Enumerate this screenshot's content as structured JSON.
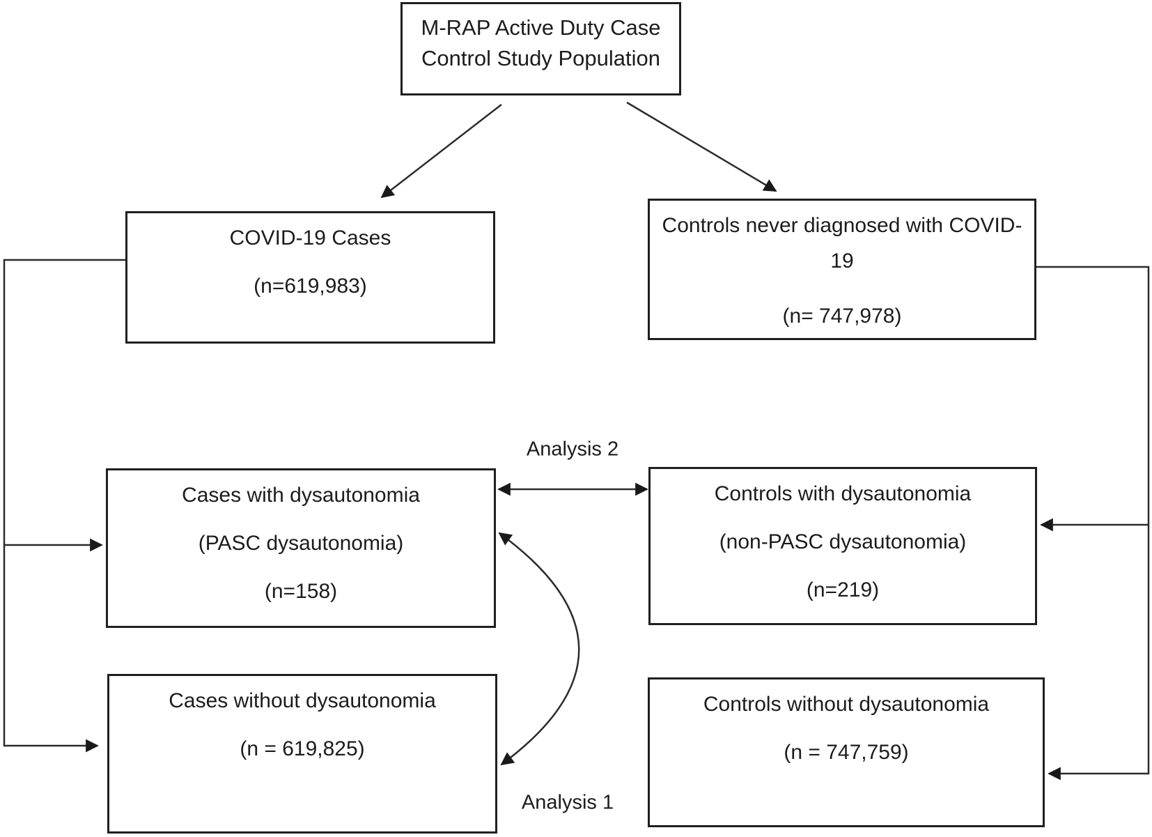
{
  "diagram": {
    "boxes": {
      "study_population": {
        "title": "M-RAP Active Duty Case Control Study Population"
      },
      "covid_cases": {
        "title": "COVID-19 Cases",
        "n": "(n=619,983)"
      },
      "controls": {
        "title": "Controls never diagnosed with COVID-19",
        "n": "(n= 747,978)"
      },
      "cases_dys": {
        "title": "Cases with dysautonomia",
        "subtitle": "(PASC dysautonomia)",
        "n": "(n=158)"
      },
      "controls_dys": {
        "title": "Controls with dysautonomia",
        "subtitle": "(non-PASC dysautonomia)",
        "n": "(n=219)"
      },
      "cases_nodys": {
        "title": "Cases without dysautonomia",
        "n": "(n = 619,825)"
      },
      "controls_nodys": {
        "title": "Controls without dysautonomia",
        "n": "(n = 747,759)"
      }
    },
    "labels": {
      "analysis_1": "Analysis 1",
      "analysis_2": "Analysis 2"
    },
    "colors": {
      "background": "#ffffff",
      "box_border": "#1f1f1f",
      "line": "#2b2b2b",
      "text": "#1c1c1c"
    }
  }
}
